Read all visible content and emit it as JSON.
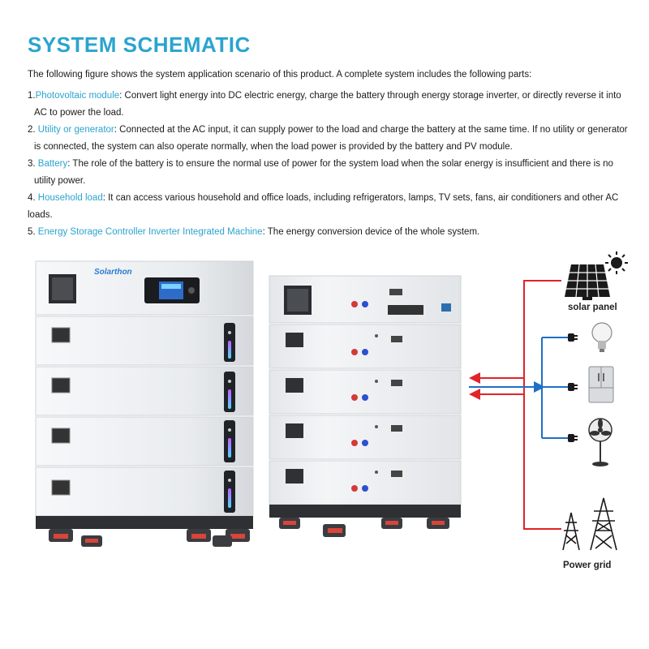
{
  "title": "SYSTEM SCHEMATIC",
  "intro": "The following figure shows the system application scenario of this product. A complete system includes the following parts:",
  "items": [
    {
      "num": "1.",
      "key": "Photovoltaic module",
      "text": ": Convert light energy into DC electric energy, charge the battery through energy storage inverter, or directly reverse it into",
      "cont": "AC to power the load."
    },
    {
      "num": "2. ",
      "key": "Utility or generator",
      "text": ": Connected at the AC input, it can supply power to the load and charge the battery at the same time. If no utility or generator",
      "cont": "is connected, the system can also operate normally, when the load power is provided by the battery and PV module."
    },
    {
      "num": "3. ",
      "key": "Battery",
      "text": ": The role of the battery is to ensure the normal use of power for the system load when the solar energy is insufficient and there is no",
      "cont": "utility power."
    },
    {
      "num": "4. ",
      "key": "Household load",
      "text": ": It can access various household and office loads, including refrigerators, lamps, TV sets, fans, air conditioners and other AC loads.",
      "cont": ""
    },
    {
      "num": "5. ",
      "key": "Energy Storage Controller Inverter Integrated Machine",
      "text": ": The energy conversion device of the whole system.",
      "cont": ""
    }
  ],
  "brand": "Solarthon",
  "labels": {
    "solar": "solar panel",
    "grid": "Power grid"
  },
  "colors": {
    "accent": "#2aa4cf",
    "red_line": "#e0242a",
    "blue_line": "#1f6fc7"
  },
  "icons": [
    "solar-panel-icon",
    "sun-icon",
    "light-bulb-icon",
    "refrigerator-icon",
    "fan-icon",
    "power-tower-icon",
    "plug-icon"
  ]
}
